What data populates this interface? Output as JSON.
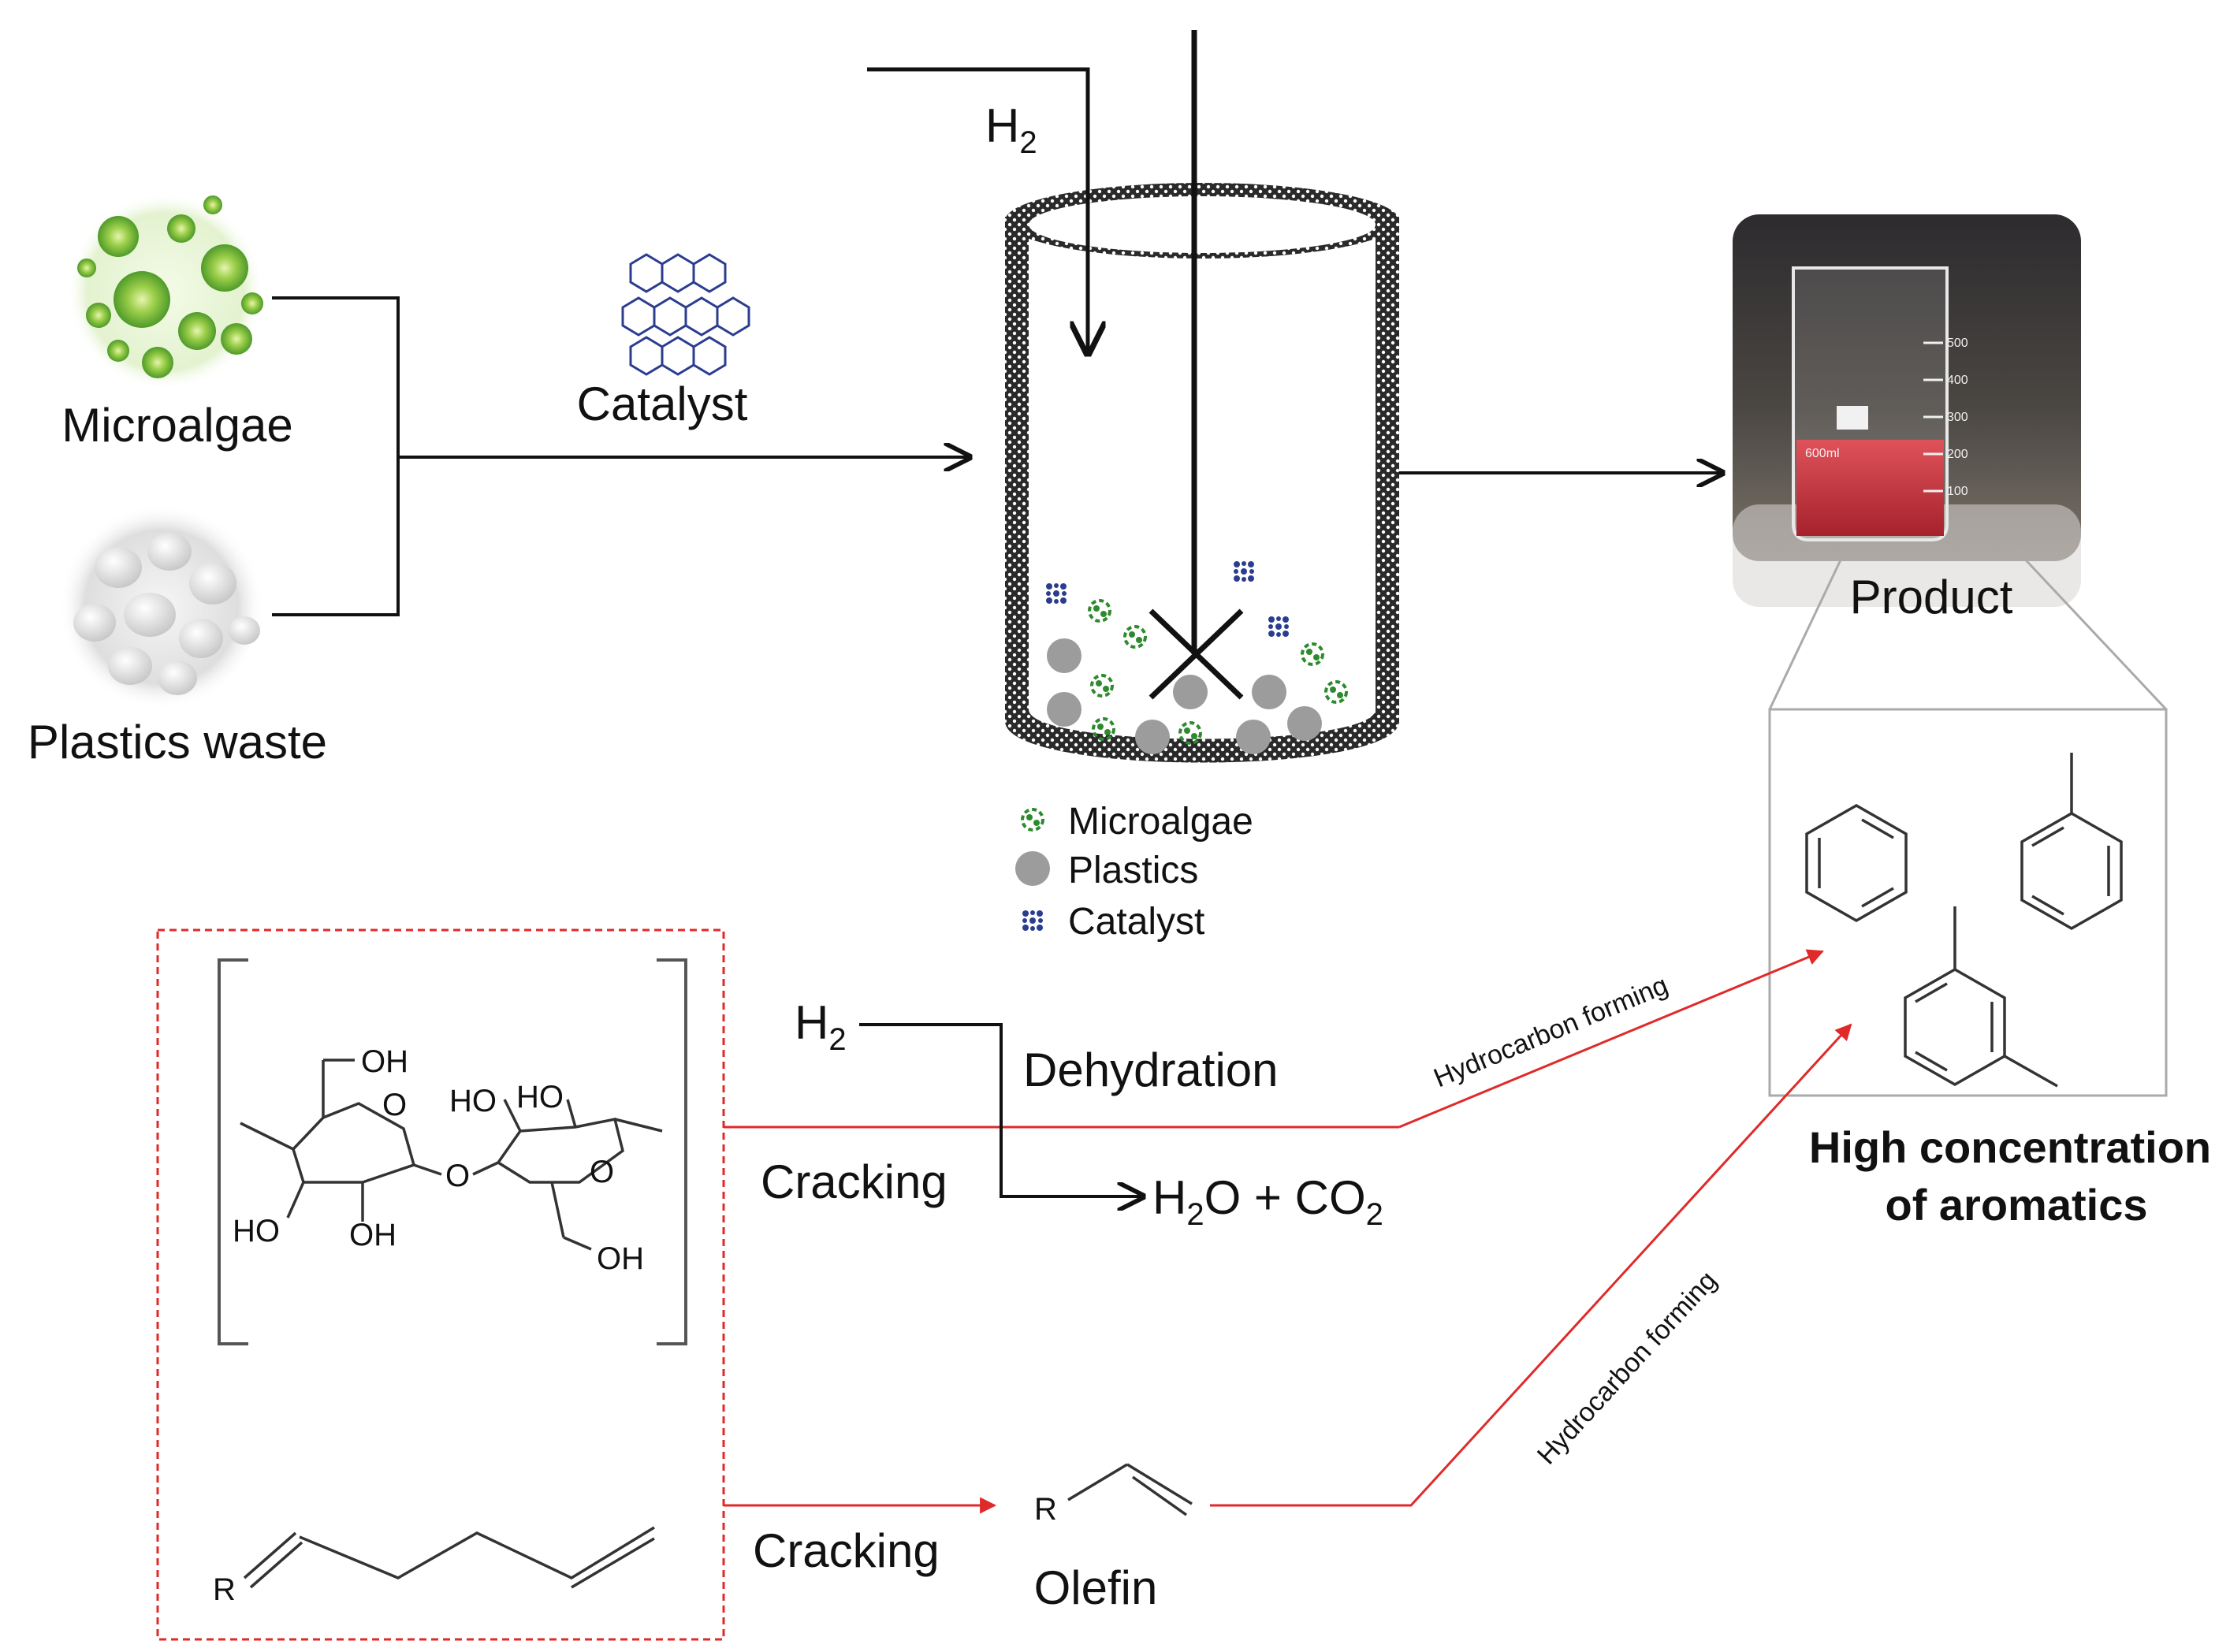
{
  "inputs": {
    "microalgae": "Microalgae",
    "plastics_waste": "Plastics waste",
    "catalyst": "Catalyst"
  },
  "reactor": {
    "h2_label": "H",
    "h2_sub": "2"
  },
  "product": {
    "label": "Product",
    "beaker_marks": [
      "500",
      "400",
      "300",
      "200",
      "100"
    ],
    "beaker_volume": "600ml"
  },
  "aromatics": {
    "title_line1": "High concentration",
    "title_line2": "of aromatics"
  },
  "legend": {
    "microalgae": "Microalgae",
    "plastics": "Plastics",
    "catalyst": "Catalyst"
  },
  "mechanism": {
    "h2_label": "H",
    "h2_sub": "2",
    "dehydration": "Dehydration",
    "cracking_top": "Cracking",
    "water_co2": {
      "h": "H",
      "h_sub": "2",
      "mid": "O + CO",
      "co_sub": "2"
    },
    "cracking_bottom": "Cracking",
    "olefin": "Olefin",
    "hydrocarbon_forming_1": "Hydrocarbon forming",
    "hydrocarbon_forming_2": "Hydrocarbon forming",
    "oh_labels": [
      "OH",
      "HO",
      "HO",
      "HO",
      "OH",
      "OH"
    ],
    "ring_o": "O",
    "bridge_o": "O",
    "r_label": "R"
  },
  "colors": {
    "reaction_arrow": "#e02a2a",
    "microalgae_green": "#2d8a2d",
    "catalyst_blue": "#2b3d8f",
    "plastic_grey": "#9c9c9c",
    "product_liquid": "#c8343a"
  }
}
